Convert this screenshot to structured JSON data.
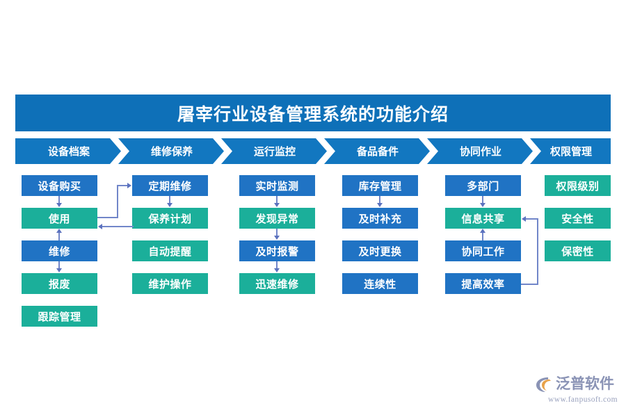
{
  "title": {
    "text": "屠宰行业设备管理系统的功能介绍",
    "banner_color": "#0E70B8"
  },
  "colors": {
    "banner_blue": "#0E70B8",
    "chevron_blue": "#1277C0",
    "box_blue": "#2073C4",
    "box_teal": "#1BAF9A",
    "connector": "#7186C9",
    "logo_gray": "#8A93B5",
    "logo_orange": "#E8A24A",
    "background": "#FFFFFF"
  },
  "chevrons": [
    {
      "label": "设备档案"
    },
    {
      "label": "维修保养"
    },
    {
      "label": "运行监控"
    },
    {
      "label": "备品备件"
    },
    {
      "label": "协同作业"
    },
    {
      "label": "权限管理"
    }
  ],
  "columns": [
    {
      "name": "设备档案",
      "boxes": [
        {
          "label": "设备购买",
          "color": "blue"
        },
        {
          "label": "使用",
          "color": "teal"
        },
        {
          "label": "维修",
          "color": "blue"
        },
        {
          "label": "报废",
          "color": "teal"
        },
        {
          "label": "跟踪管理",
          "color": "teal"
        }
      ]
    },
    {
      "name": "维修保养",
      "boxes": [
        {
          "label": "定期维修",
          "color": "blue"
        },
        {
          "label": "保养计划",
          "color": "teal"
        },
        {
          "label": "自动提醒",
          "color": "teal"
        },
        {
          "label": "维护操作",
          "color": "teal"
        }
      ]
    },
    {
      "name": "运行监控",
      "boxes": [
        {
          "label": "实时监测",
          "color": "blue"
        },
        {
          "label": "发现异常",
          "color": "teal"
        },
        {
          "label": "及时报警",
          "color": "blue"
        },
        {
          "label": "迅速维修",
          "color": "teal"
        }
      ]
    },
    {
      "name": "备品备件",
      "boxes": [
        {
          "label": "库存管理",
          "color": "blue"
        },
        {
          "label": "及时补充",
          "color": "blue"
        },
        {
          "label": "及时更换",
          "color": "blue"
        },
        {
          "label": "连续性",
          "color": "blue"
        }
      ]
    },
    {
      "name": "协同作业",
      "boxes": [
        {
          "label": "多部门",
          "color": "blue"
        },
        {
          "label": "信息共享",
          "color": "teal"
        },
        {
          "label": "协同工作",
          "color": "blue"
        },
        {
          "label": "提高效率",
          "color": "blue"
        }
      ]
    },
    {
      "name": "权限管理",
      "boxes": [
        {
          "label": "权限级别",
          "color": "teal"
        },
        {
          "label": "安全性",
          "color": "teal"
        },
        {
          "label": "保密性",
          "color": "teal"
        }
      ]
    }
  ],
  "logo": {
    "word": "泛普软件",
    "url": "www.fanpusoft.com"
  }
}
